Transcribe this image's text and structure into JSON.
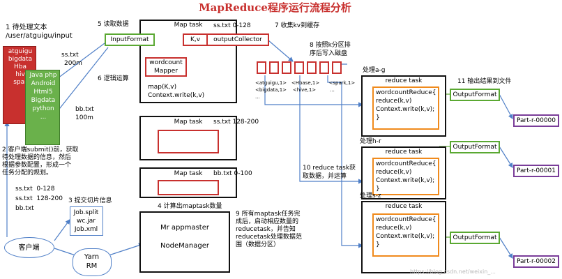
{
  "title": "MapReduce程序运行流程分析",
  "step1": {
    "line1": "1 待处理文本",
    "line2": "/user/atguigu/input"
  },
  "file_ss": {
    "lines": [
      "atguigu",
      "bigdata",
      "Hba",
      "hiv",
      "spar"
    ],
    "name": "ss.txt",
    "size": "200m"
  },
  "file_bb": {
    "lines": [
      "Java php",
      "Android",
      "Html5",
      "Bigdata",
      "python",
      "..."
    ],
    "name": "bb.txt",
    "size": "100m"
  },
  "step2": {
    "text": "2 客户端submit()前，获取\n待处理数据的信息，然后\n根据参数配置，形成一个\n任务分配的规划。"
  },
  "splits": {
    "l1": "ss.txt  0-128",
    "l2": "ss.txt  128-200",
    "l3": "bb.txt"
  },
  "step3": {
    "label": "3 提交切片信息",
    "files": [
      "Job.split",
      "wc.jar",
      "Job.xml"
    ]
  },
  "client": "客户端",
  "yarn": {
    "l1": "Yarn",
    "l2": "RM"
  },
  "step4": "4 计算出maptask数量",
  "step5": "5 读取数据",
  "step6": "6 逻辑运算",
  "step7": "7 收集kv到缓存",
  "step8": {
    "l1": "8 按照k分区排",
    "l2": "序后写入磁盘"
  },
  "step9": "9 所有maptask任务完\n成后，启动相应数量的\nreducetask，并告知\nreducetask处理数据范\n围（数据分区）",
  "step10": {
    "l1": "10 reduce task获",
    "l2": "取数据，并运算"
  },
  "step11": "11 输出结果到文件",
  "maptask1": {
    "title": "Map task",
    "split": "ss.txt 0-128",
    "input_format": "InputFormat",
    "kv": "K,v",
    "collector": "outputCollector",
    "mapper_l1": "wordcount",
    "mapper_l2": "Mapper",
    "code_l1": "map(K,v)",
    "code_l2": "Context.write(k,v)"
  },
  "maptask2": {
    "title": "Map task",
    "split": "ss.txt 128-200"
  },
  "maptask3": {
    "title": "Map task",
    "split": "bb.txt 0-100"
  },
  "partitions": {
    "l1": "<atguigu,1>   <Hbase,1>      <spark,1>",
    "l2": "<bigdata,1>    <hive,1>         ...",
    "l3": "..."
  },
  "appmaster": {
    "l1": "Mr appmaster",
    "l2": "NodeManager"
  },
  "reduce": [
    {
      "section": "处理a-g",
      "title": "reduce task",
      "c1": "wordcountReduce{",
      "c2": "reduce(k,v)",
      "c3": "Context.write(k,v);",
      "c4": "}",
      "of": "OutputFormat",
      "out": "Part-r-00000"
    },
    {
      "section": "处理h-r",
      "title": "reduce task",
      "c1": "wordcountReduce{",
      "c2": "reduce(k,v)",
      "c3": "Context.write(k,v);",
      "c4": "}",
      "of": "OutputFormat",
      "out": "Part-r-00001"
    },
    {
      "section": "处理s-z",
      "title": "reduce task",
      "c1": "wordcountReduce{",
      "c2": "reduce(k,v)",
      "c3": "Context.write(k,v);",
      "c4": "}",
      "of": "OutputFormat",
      "out": "Part-r-00002"
    }
  ],
  "watermark": "https://blog.csdn.net/weixin_..."
}
